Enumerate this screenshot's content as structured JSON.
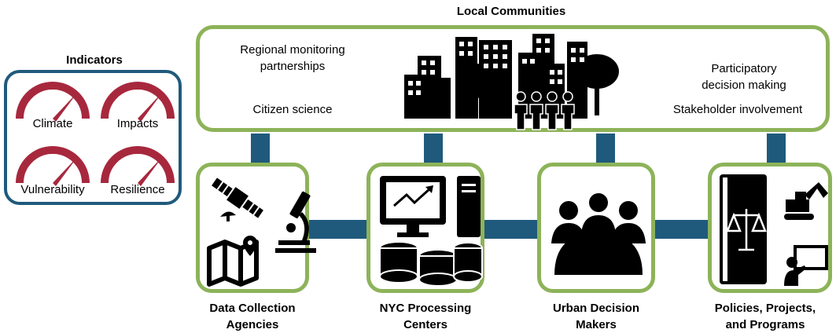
{
  "community": {
    "title": "Local Communities",
    "left_top": "Regional monitoring\npartnerships",
    "left_bottom": "Citizen science",
    "right_top": "Participatory\ndecision making",
    "right_bottom": "Stakeholder involvement"
  },
  "indicators": {
    "title": "Indicators",
    "gauges": [
      "Climate",
      "Impacts",
      "Vulnerability",
      "Resilience"
    ]
  },
  "nodes": [
    {
      "label": "Data Collection\nAgencies"
    },
    {
      "label": "NYC Processing\nCenters"
    },
    {
      "label": "Urban Decision\nMakers"
    },
    {
      "label": "Policies, Projects,\nand Programs"
    }
  ],
  "colors": {
    "green": "#8db359",
    "blue": "#1f5a7c",
    "gauge": "#a7283d"
  }
}
